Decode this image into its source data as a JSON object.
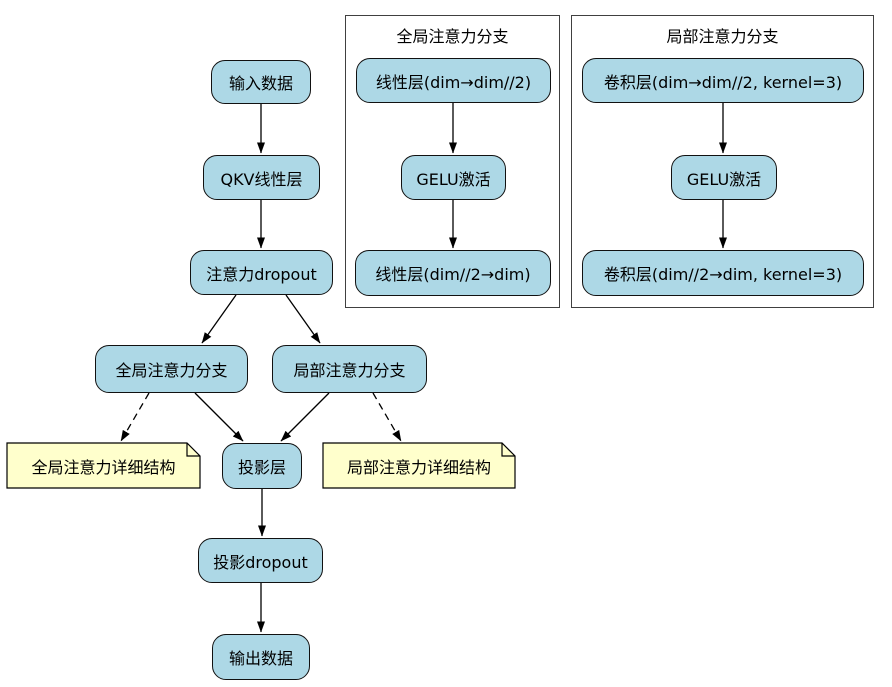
{
  "diagram": {
    "colors": {
      "node_fill": "#ADD8E6",
      "node_border": "#111111",
      "note_fill": "#FFFFCC",
      "note_border": "#000000",
      "cluster_border": "#404040",
      "edge": "#000000",
      "background": "#FFFFFF",
      "text": "#000000"
    },
    "clusters": {
      "global": {
        "title": "全局注意力分支"
      },
      "local": {
        "title": "局部注意力分支"
      }
    },
    "nodes": {
      "input": {
        "label": "输入数据"
      },
      "qkv": {
        "label": "QKV线性层"
      },
      "attn_dropout": {
        "label": "注意力dropout"
      },
      "global_branch": {
        "label": "全局注意力分支"
      },
      "local_branch": {
        "label": "局部注意力分支"
      },
      "proj": {
        "label": "投影层"
      },
      "proj_dropout": {
        "label": "投影dropout"
      },
      "output": {
        "label": "输出数据"
      },
      "note_global": {
        "label": "全局注意力详细结构"
      },
      "note_local": {
        "label": "局部注意力详细结构"
      },
      "global_fc1": {
        "label": "线性层(dim→dim//2)"
      },
      "global_act": {
        "label": "GELU激活"
      },
      "global_fc2": {
        "label": "线性层(dim//2→dim)"
      },
      "local_conv1": {
        "label": "卷积层(dim→dim//2, kernel=3)"
      },
      "local_act": {
        "label": "GELU激活"
      },
      "local_conv2": {
        "label": "卷积层(dim//2→dim, kernel=3)"
      }
    },
    "edges": [
      {
        "from": "input",
        "to": "qkv",
        "style": "solid"
      },
      {
        "from": "qkv",
        "to": "attn_dropout",
        "style": "solid"
      },
      {
        "from": "attn_dropout",
        "to": "global_branch",
        "style": "solid"
      },
      {
        "from": "attn_dropout",
        "to": "local_branch",
        "style": "solid"
      },
      {
        "from": "global_branch",
        "to": "proj",
        "style": "solid"
      },
      {
        "from": "global_branch",
        "to": "note_global",
        "style": "dashed"
      },
      {
        "from": "local_branch",
        "to": "proj",
        "style": "solid"
      },
      {
        "from": "local_branch",
        "to": "note_local",
        "style": "dashed"
      },
      {
        "from": "proj",
        "to": "proj_dropout",
        "style": "solid"
      },
      {
        "from": "proj_dropout",
        "to": "output",
        "style": "solid"
      },
      {
        "from": "global_fc1",
        "to": "global_act",
        "style": "solid"
      },
      {
        "from": "global_act",
        "to": "global_fc2",
        "style": "solid"
      },
      {
        "from": "local_conv1",
        "to": "local_act",
        "style": "solid"
      },
      {
        "from": "local_act",
        "to": "local_conv2",
        "style": "solid"
      }
    ]
  }
}
